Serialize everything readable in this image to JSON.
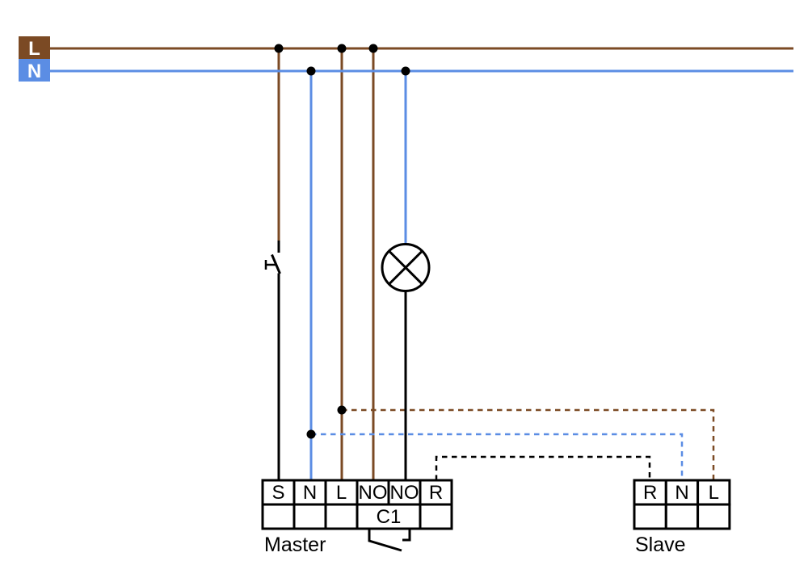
{
  "diagram_title": "master-slave-wiring-diagram",
  "colors": {
    "live": "#7b4a24",
    "neutral": "#5b8de4",
    "black": "#000000",
    "white": "#ffffff"
  },
  "supply": {
    "live_label": "L",
    "neutral_label": "N"
  },
  "master": {
    "label": "Master",
    "terminals": [
      "S",
      "N",
      "L",
      "NO",
      "NO",
      "R"
    ],
    "contact_label": "C1"
  },
  "slave": {
    "label": "Slave",
    "terminals": [
      "R",
      "N",
      "L"
    ]
  }
}
